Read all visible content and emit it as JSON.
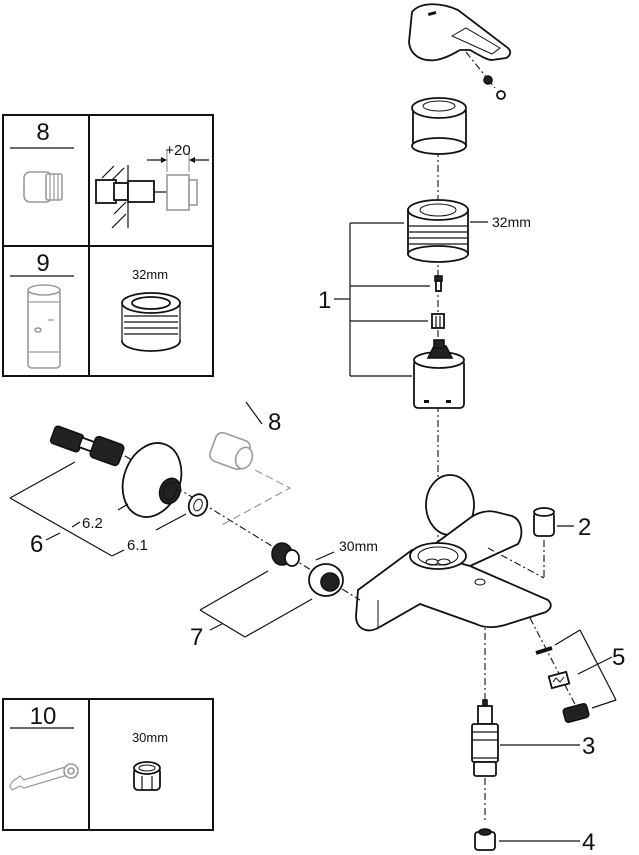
{
  "diagram": {
    "type": "exploded-parts-view",
    "subject": "single-lever bath mixer",
    "callouts": [
      {
        "id": "1",
        "label": "1"
      },
      {
        "id": "2",
        "label": "2"
      },
      {
        "id": "3",
        "label": "3"
      },
      {
        "id": "4",
        "label": "4"
      },
      {
        "id": "5",
        "label": "5"
      },
      {
        "id": "6",
        "label": "6"
      },
      {
        "id": "6.1",
        "label": "6.1"
      },
      {
        "id": "6.2",
        "label": "6.2"
      },
      {
        "id": "7",
        "label": "7"
      },
      {
        "id": "8",
        "label": "8"
      }
    ],
    "dimensions": {
      "cartridge_nut": "32mm",
      "connection_nut": "30mm"
    }
  },
  "inset_boxes": {
    "top": {
      "rows": [
        {
          "number": "8",
          "detail_label": "+20"
        },
        {
          "number": "9",
          "detail_label": "32mm"
        }
      ]
    },
    "bottom": {
      "rows": [
        {
          "number": "10",
          "detail_label": "30mm"
        }
      ]
    }
  }
}
